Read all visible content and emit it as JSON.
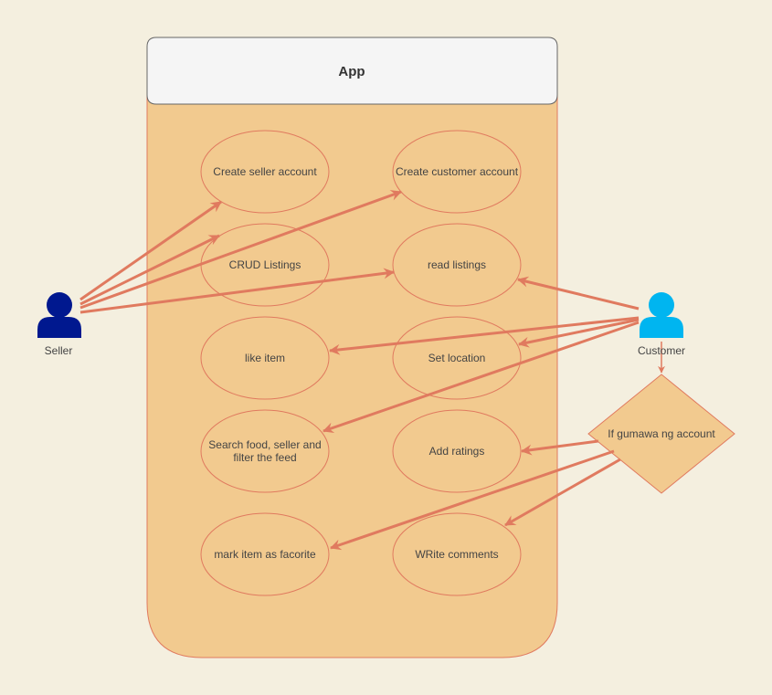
{
  "diagram": {
    "title": "App",
    "actors": {
      "seller": {
        "label": "Seller",
        "color": "#00188f"
      },
      "customer": {
        "label": "Customer",
        "color": "#00b5f0"
      }
    },
    "use_cases": {
      "create_seller_account": "Create seller account",
      "create_customer_account": "Create customer account",
      "crud_listings": "CRUD Listings",
      "read_listings": "read listings",
      "like_item": "like item",
      "set_location": "Set location",
      "search_food": [
        "Search food, seller and",
        "filter the feed"
      ],
      "add_ratings": "Add ratings",
      "mark_favorite": "mark item as facorite",
      "write_comments": "WRite comments"
    },
    "decision": "If gumawa ng account",
    "colors": {
      "background": "#f4efdf",
      "boundary_fill": "#f2ca8f",
      "header_fill": "#f5f5f5",
      "stroke": "#e07a5f",
      "arrow": "#e07a5f"
    }
  }
}
